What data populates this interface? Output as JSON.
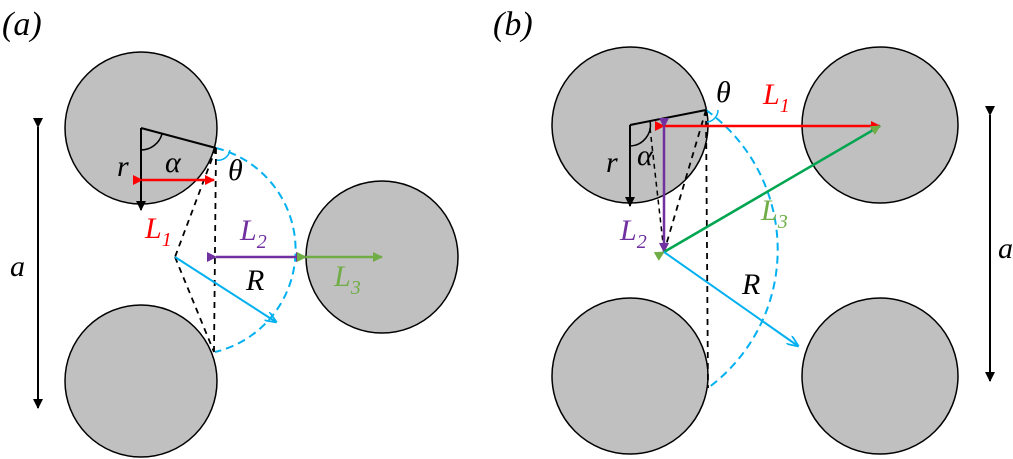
{
  "colors": {
    "particle_fill": "#c0c0c0",
    "outline": "#000000",
    "l1": "#ff0000",
    "l2": "#7030a0",
    "l3": "#70ad47",
    "radius_R": "#00b0f0"
  },
  "panel_a": {
    "label": "(a)",
    "r": "r",
    "alpha": "α",
    "theta": "θ",
    "L1": {
      "sym": "L",
      "sub": "1"
    },
    "L2": {
      "sym": "L",
      "sub": "2"
    },
    "L3": {
      "sym": "L",
      "sub": "3"
    },
    "R": "R",
    "a": "a"
  },
  "panel_b": {
    "label": "(b)",
    "r": "r",
    "alpha": "α",
    "theta": "θ",
    "L1": {
      "sym": "L",
      "sub": "1"
    },
    "L2": {
      "sym": "L",
      "sub": "2"
    },
    "L3": {
      "sym": "L",
      "sub": "3"
    },
    "R": "R",
    "a": "a"
  }
}
